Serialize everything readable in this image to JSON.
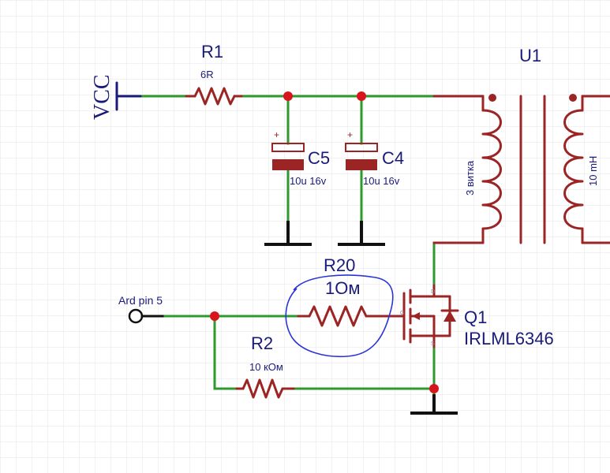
{
  "vcc": {
    "label": "VCC"
  },
  "r1": {
    "designator": "R1",
    "value": "6R"
  },
  "c5": {
    "designator": "C5",
    "value": "10u 16v",
    "polarity": "+"
  },
  "c4": {
    "designator": "C4",
    "value": "10u 16v",
    "polarity": "+"
  },
  "u1": {
    "designator": "U1",
    "primary": "3 витка",
    "secondary": "10 mH"
  },
  "r20": {
    "designator": "R20",
    "value": "1Ом"
  },
  "r2": {
    "designator": "R2",
    "value": "10 кОм"
  },
  "q1": {
    "designator": "Q1",
    "part": "IRLML6346",
    "pin_d": "D",
    "pin_g": "G",
    "pin_s": "S"
  },
  "input": {
    "label": "Ard pin 5"
  },
  "colors": {
    "wire": "#2e9a2e",
    "component": "#9b2424",
    "junction": "#d8141c",
    "text": "#1a1a7a",
    "annotation": "#2a35d8",
    "grid": "#e6e6e6"
  }
}
